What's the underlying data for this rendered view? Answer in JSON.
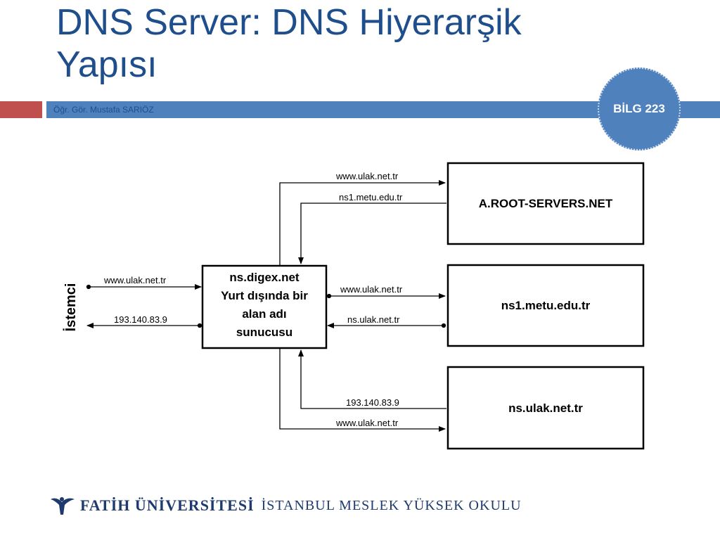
{
  "slide": {
    "title_line1": "DNS Server: DNS Hiyerarşik",
    "title_line2": "Yapısı",
    "author": "Öğr. Gör. Mustafa SARIÖZ",
    "course_badge": "BİLG 223"
  },
  "colors": {
    "title": "#1f4e8c",
    "accent_red": "#c0504d",
    "accent_blue": "#4f81bd"
  },
  "diagram": {
    "client_label": "İstemci",
    "local_server_lines": [
      "ns.digex.net",
      "Yurt dışında bir",
      "alan adı",
      "sunucusu"
    ],
    "root_server": "A.ROOT-SERVERS.NET",
    "tld_server": "ns1.metu.edu.tr",
    "auth_server": "ns.ulak.net.tr",
    "arrows": {
      "client_query": "www.ulak.net.tr",
      "client_answer": "193.140.83.9",
      "root_query": "www.ulak.net.tr",
      "root_referral": "ns1.metu.edu.tr",
      "tld_query": "www.ulak.net.tr",
      "tld_referral": "ns.ulak.net.tr",
      "auth_answer": "193.140.83.9",
      "auth_query": "www.ulak.net.tr"
    }
  },
  "footer": {
    "university": "FATİH ÜNİVERSİTESİ",
    "school": "İSTANBUL MESLEK YÜKSEK OKULU"
  }
}
